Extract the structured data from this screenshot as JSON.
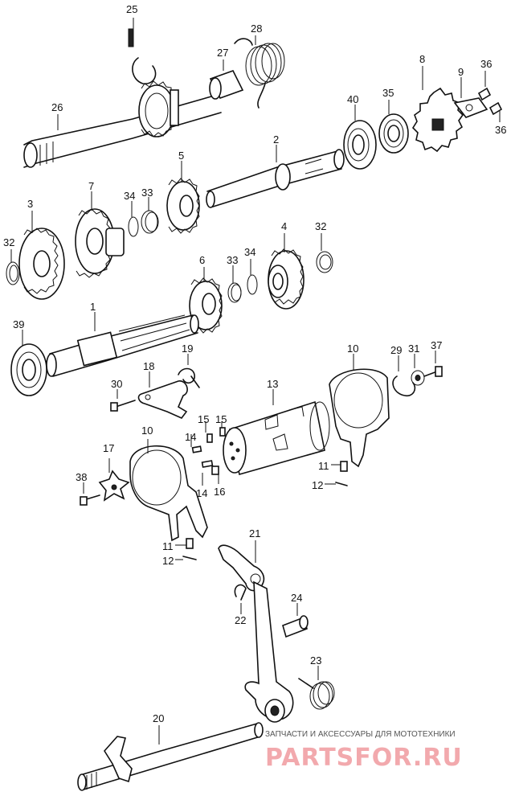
{
  "labels": {
    "p1": "1",
    "p2": "2",
    "p3": "3",
    "p4": "4",
    "p5": "5",
    "p6": "6",
    "p7": "7",
    "p8": "8",
    "p9": "9",
    "p10a": "10",
    "p10b": "10",
    "p11a": "11",
    "p11b": "11",
    "p12a": "12",
    "p12b": "12",
    "p13": "13",
    "p14a": "14",
    "p14b": "14",
    "p15a": "15",
    "p15b": "15",
    "p16": "16",
    "p17": "17",
    "p18": "18",
    "p19": "19",
    "p20": "20",
    "p21": "21",
    "p22": "22",
    "p23": "23",
    "p24": "24",
    "p25": "25",
    "p26": "26",
    "p27": "27",
    "p28": "28",
    "p29": "29",
    "p30": "30",
    "p31": "31",
    "p32a": "32",
    "p32b": "32",
    "p33a": "33",
    "p33b": "33",
    "p34a": "34",
    "p34b": "34",
    "p35": "35",
    "p36a": "36",
    "p36b": "36",
    "p37": "37",
    "p38": "38",
    "p39": "39",
    "p40": "40"
  },
  "watermark": {
    "subtitle": "ЗАПЧАСТИ И АКСЕССУАРЫ ДЛЯ МОТОТЕХНИКИ",
    "brand": "PARTSFOR.RU"
  }
}
